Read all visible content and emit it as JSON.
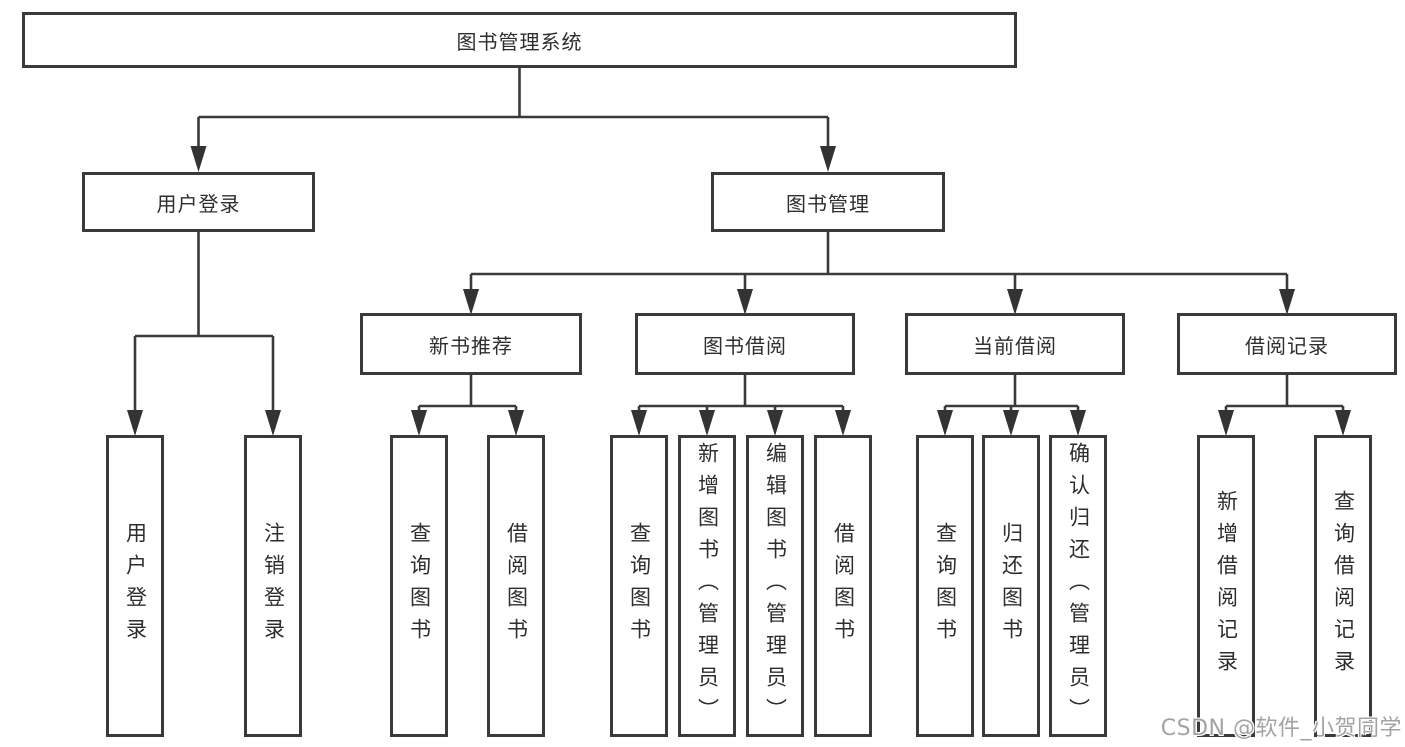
{
  "tree": {
    "root": {
      "label": "图书管理系统"
    },
    "branches": [
      {
        "label": "用户登录",
        "children": [
          {
            "label": "用户登录"
          },
          {
            "label": "注销登录"
          }
        ]
      },
      {
        "label": "图书管理",
        "children": [
          {
            "label": "新书推荐",
            "children": [
              {
                "label": "查询图书"
              },
              {
                "label": "借阅图书"
              }
            ]
          },
          {
            "label": "图书借阅",
            "children": [
              {
                "label": "查询图书"
              },
              {
                "label": "新增图书（管理员）"
              },
              {
                "label": "编辑图书（管理员）"
              },
              {
                "label": "借阅图书"
              }
            ]
          },
          {
            "label": "当前借阅",
            "children": [
              {
                "label": "查询图书"
              },
              {
                "label": "归还图书"
              },
              {
                "label": "确认归还（管理员）"
              }
            ]
          },
          {
            "label": "借阅记录",
            "children": [
              {
                "label": "新增借阅记录"
              },
              {
                "label": "查询借阅记录"
              }
            ]
          }
        ]
      }
    ]
  },
  "watermark": {
    "text": "CSDN @软件_小贺同学"
  },
  "colors": {
    "line": "#3a3a3a",
    "box_border": "#3a3a3a",
    "text": "#2e2e2e",
    "watermark": "#a3a3a3",
    "background": "#ffffff"
  }
}
